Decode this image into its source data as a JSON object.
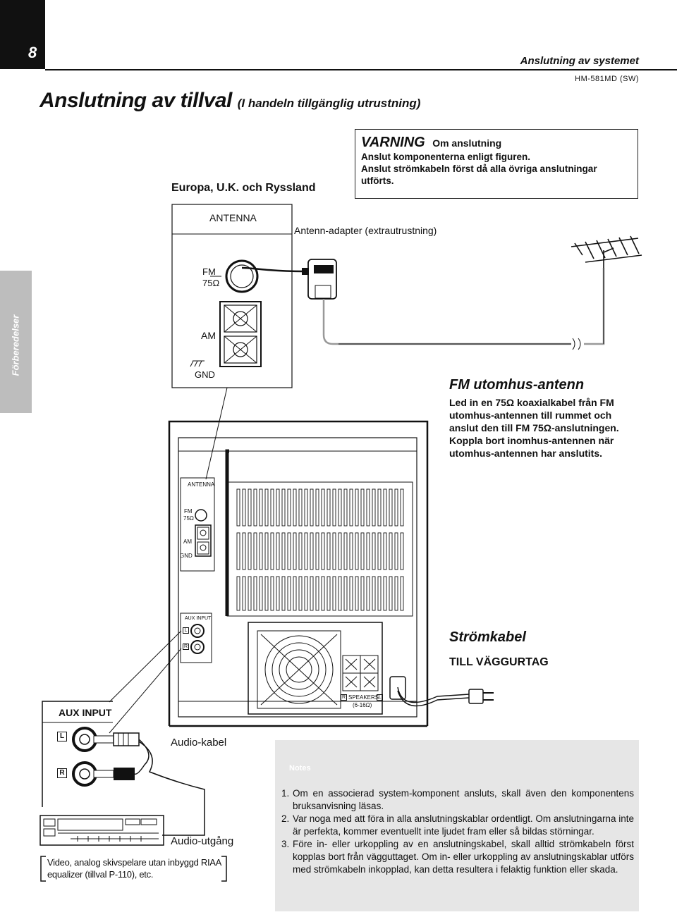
{
  "header": {
    "page_number": "8",
    "section": "Anslutning av systemet",
    "model": "HM-581MD (SW)"
  },
  "title": {
    "main": "Anslutning av tillval",
    "sub": "(I handeln tillgänglig utrustning)"
  },
  "side_tab": "Förberedelser",
  "warning": {
    "title": "VARNING",
    "subtitle": "Om anslutning",
    "lines": [
      "Anslut komponenterna enligt figuren.",
      "Anslut strömkabeln först då alla övriga anslutningar",
      "utförts."
    ]
  },
  "region": "Europa, U.K. och Ryssland",
  "antenna_panel": {
    "title": "ANTENNA",
    "fm_line1": "FM",
    "fm_line2": "75Ω",
    "am": "AM",
    "gnd": "GND"
  },
  "adapter_label": "Antenn-adapter (extrautrustning)",
  "fm_antenna": {
    "title": "FM utomhus-antenn",
    "lines": [
      "Led in en 75Ω koaxialkabel från FM",
      "utomhus-antennen till rummet och",
      "anslut den till FM 75Ω-anslutningen.",
      "Koppla bort inomhus-antennen när",
      "utomhus-antennen har anslutits."
    ]
  },
  "rear_panel": {
    "antenna": "ANTENNA",
    "fm": "FM",
    "fm_ohm": "75Ω",
    "am": "AM",
    "gnd": "GND",
    "aux_input": "AUX INPUT",
    "l": "L",
    "r": "R",
    "speakers": "SPEAKERS",
    "speakers_r": "R",
    "speakers_l": "L",
    "impedance": "(6-16Ω)"
  },
  "power": {
    "title": "Strömkabel",
    "subtitle": "TILL VÄGGURTAG"
  },
  "aux": {
    "title": "AUX INPUT",
    "l": "L",
    "r": "R"
  },
  "audio_cable": "Audio-kabel",
  "audio_out": "Audio-utgång",
  "device_note": "Video, analog skivspelare utan inbyggd RIAA equalizer (tillval P-110), etc.",
  "notes": {
    "icon_label": "Notes",
    "items": [
      {
        "num": "1.",
        "text": "Om en associerad system-komponent ansluts, skall även den komponentens bruksanvisning läsas."
      },
      {
        "num": "2.",
        "text": "Var noga med att föra in alla anslutningskablar ordentligt. Om anslutningarna inte är perfekta, kommer eventuellt inte ljudet fram eller så bildas störningar."
      },
      {
        "num": "3.",
        "text": "Före in- eller urkoppling av en anslutningskabel, skall alltid strömkabeln först kopplas bort från vägguttaget. Om in- eller urkoppling av anslutningskablar utförs med strömkabeln inkopplad, kan detta resultera i felaktig funktion eller skada."
      }
    ]
  }
}
